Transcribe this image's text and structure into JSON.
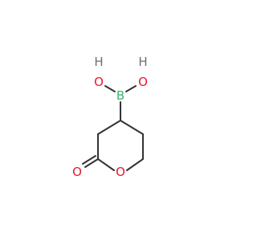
{
  "molecule": {
    "atoms": {
      "boron": "B",
      "hydroxyl_oxygen_left": "O",
      "hydroxyl_hydrogen_left": "H",
      "hydroxyl_oxygen_right": "O",
      "hydroxyl_hydrogen_right": "H",
      "carbonyl_oxygen": "O",
      "ring_oxygen": "O"
    },
    "colors": {
      "bond": "#333333",
      "oxygen": "#e8192c",
      "boron": "#3cb371",
      "hydrogen": "#6e7072",
      "background": "#ffffff"
    }
  }
}
